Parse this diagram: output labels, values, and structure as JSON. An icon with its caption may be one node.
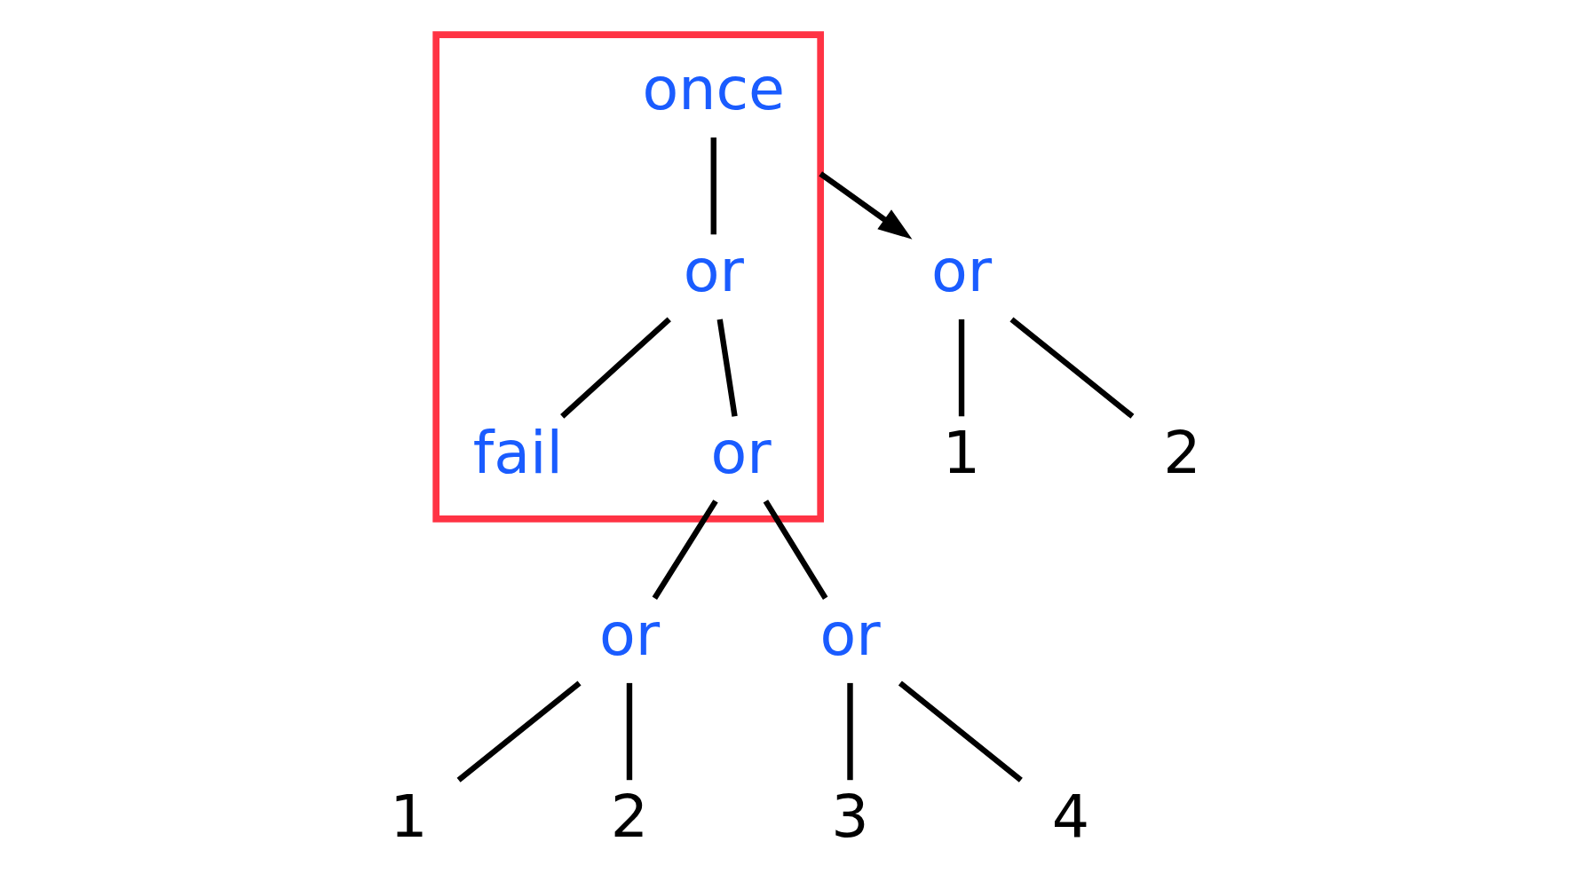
{
  "diagram": {
    "nodes": [
      {
        "text": [],
        "shape": "box"
      },
      {
        "text": [
          "once"
        ],
        "in": 0
      },
      {
        "text": [
          "or"
        ],
        "in": 0
      },
      {
        "text": [
          "fail"
        ],
        "in": 0
      },
      {
        "text": [
          "or"
        ],
        "in": 0
      },
      {
        "text": [
          "or"
        ]
      },
      {
        "text": [
          "or"
        ]
      },
      {
        "text": [
          "1"
        ]
      },
      {
        "text": [
          "2"
        ]
      },
      {
        "text": [
          "3"
        ]
      },
      {
        "text": [
          "4"
        ]
      },
      {
        "text": [
          "or"
        ]
      },
      {
        "text": [
          "1"
        ]
      },
      {
        "text": [
          "2"
        ]
      }
    ],
    "edges": [
      {
        "from": 1,
        "to": 2,
        "arrow": "none"
      },
      {
        "from": 2,
        "to": 3,
        "arrow": "none"
      },
      {
        "from": 2,
        "to": 4,
        "arrow": "none"
      },
      {
        "from": 4,
        "to": 5,
        "arrow": "none"
      },
      {
        "from": 4,
        "to": 6,
        "arrow": "none"
      },
      {
        "from": 5,
        "to": 7,
        "arrow": "none"
      },
      {
        "from": 5,
        "to": 8,
        "arrow": "none"
      },
      {
        "from": 6,
        "to": 9,
        "arrow": "none"
      },
      {
        "from": 6,
        "to": 10,
        "arrow": "none"
      },
      {
        "from": 0,
        "to": 11,
        "arrow": "to"
      },
      {
        "from": 11,
        "to": 12,
        "arrow": "none"
      },
      {
        "from": 11,
        "to": 13,
        "arrow": "none"
      }
    ]
  }
}
